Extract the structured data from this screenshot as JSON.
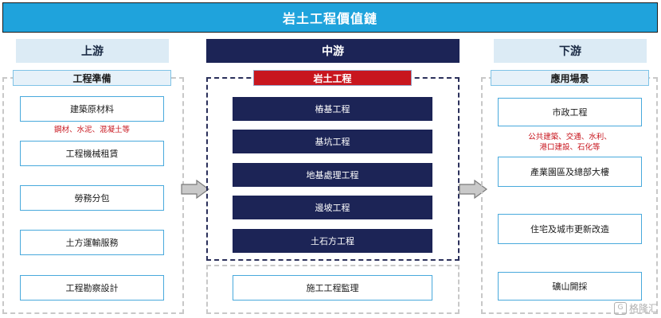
{
  "title": "岩土工程價值鏈",
  "upstream": {
    "header": "上游",
    "group_label": "工程準備",
    "items": [
      "建築原材料",
      "工程機械租賃",
      "勞務分包",
      "土方運輸服務",
      "工程勘察設計"
    ],
    "note": "鋼材、水泥、混凝土等"
  },
  "midstream": {
    "header": "中游",
    "group_label": "岩土工程",
    "items": [
      "樁基工程",
      "基坑工程",
      "地基處理工程",
      "邊坡工程",
      "土石方工程"
    ],
    "extra_item": "施工工程監理"
  },
  "downstream": {
    "header": "下游",
    "group_label": "應用場景",
    "items": [
      "市政工程",
      "產業園區及總部大樓",
      "住宅及城市更新改造",
      "礦山開採"
    ],
    "note_line1": "公共建築、交通、水利、",
    "note_line2": "港口建設、石化等"
  },
  "watermark": "格隆汇",
  "colors": {
    "title_bg": "#1fa3dc",
    "navy": "#1c2456",
    "light_blue": "#dcebf5",
    "red": "#c8161e",
    "box_border": "#48a9dc"
  }
}
